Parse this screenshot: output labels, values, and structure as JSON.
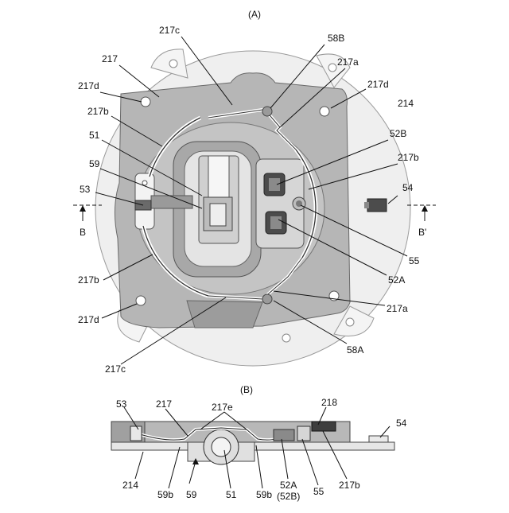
{
  "figure": {
    "panel_a_title": "(A)",
    "panel_b_title": "(B)"
  },
  "panel_a_labels": {
    "l217c_top": "217c",
    "l58B": "58B",
    "l217": "217",
    "l217a_top": "217a",
    "l217d_tl": "217d",
    "l217d_tr": "217d",
    "l214": "214",
    "l217b_tl": "217b",
    "l52B": "52B",
    "l51": "51",
    "l217b_r": "217b",
    "l59": "59",
    "l53": "53",
    "l54": "54",
    "lB": "B",
    "lBprime": "B'",
    "l55": "55",
    "l52A": "52A",
    "l217b_bl": "217b",
    "l217a_bot": "217a",
    "l217d_bl": "217d",
    "l58A": "58A",
    "l217c_bot": "217c"
  },
  "panel_b_labels": {
    "l53": "53",
    "l217": "217",
    "l217e": "217e",
    "l218": "218",
    "l54": "54",
    "l214": "214",
    "l59b_l": "59b",
    "l59": "59",
    "l51": "51",
    "l59b_r": "59b",
    "l52A": "52A",
    "l52B": "(52B)",
    "l55": "55",
    "l217b": "217b"
  },
  "colors": {
    "housing": "#b4b4b4",
    "flange": "#ececec",
    "dark": "#5a5a5a",
    "line": "#111111"
  }
}
